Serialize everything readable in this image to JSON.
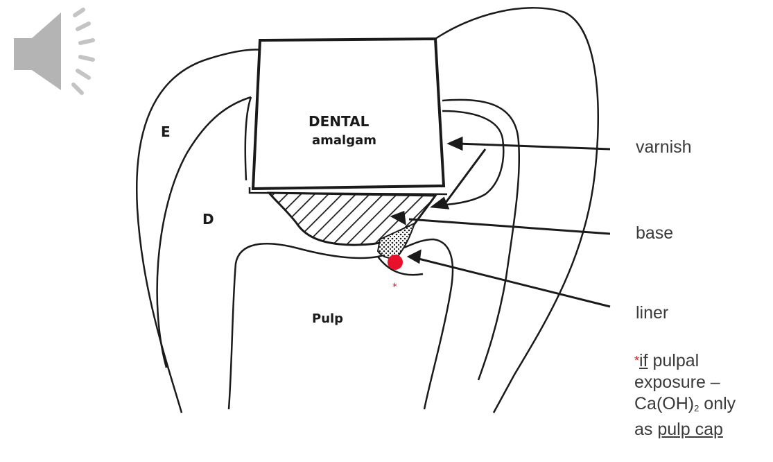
{
  "icons": {
    "speaker": "speaker-icon"
  },
  "diagram_labels": {
    "enamel": "E",
    "dentin": "D",
    "pulp": "Pulp",
    "restoration_line1": "DENTAL",
    "restoration_line2": "amalgam",
    "exposure_marker": "*"
  },
  "callouts": {
    "varnish": "varnish",
    "base": "base",
    "liner": "liner"
  },
  "note": {
    "asterisk": "*",
    "if": "if",
    "rest1": " pulpal",
    "line2": "exposure –",
    "ca_pre": "Ca(OH)",
    "ca_sub": "2",
    "ca_post": " only",
    "as": "as ",
    "pulp_cap": "pulp cap"
  },
  "colors": {
    "line": "#1a1a1a",
    "exposure": "#e8102a",
    "speaker": "#b4b4b4"
  }
}
